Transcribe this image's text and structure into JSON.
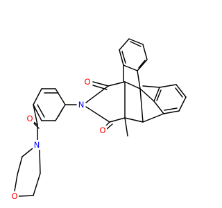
{
  "canvas": {
    "background": "#ffffff"
  },
  "colors": {
    "bond": "#000000",
    "oxygen": "#ff0000",
    "nitrogen": "#0000ff"
  },
  "atom_labels": {
    "o_carbonyl_top": "O",
    "o_carbonyl_bottom": "O",
    "n_imide": "N",
    "o_amide": "O",
    "n_morpholine": "N",
    "o_morpholine": "O"
  },
  "substituent_labels": {
    "methyl": "methyl"
  }
}
